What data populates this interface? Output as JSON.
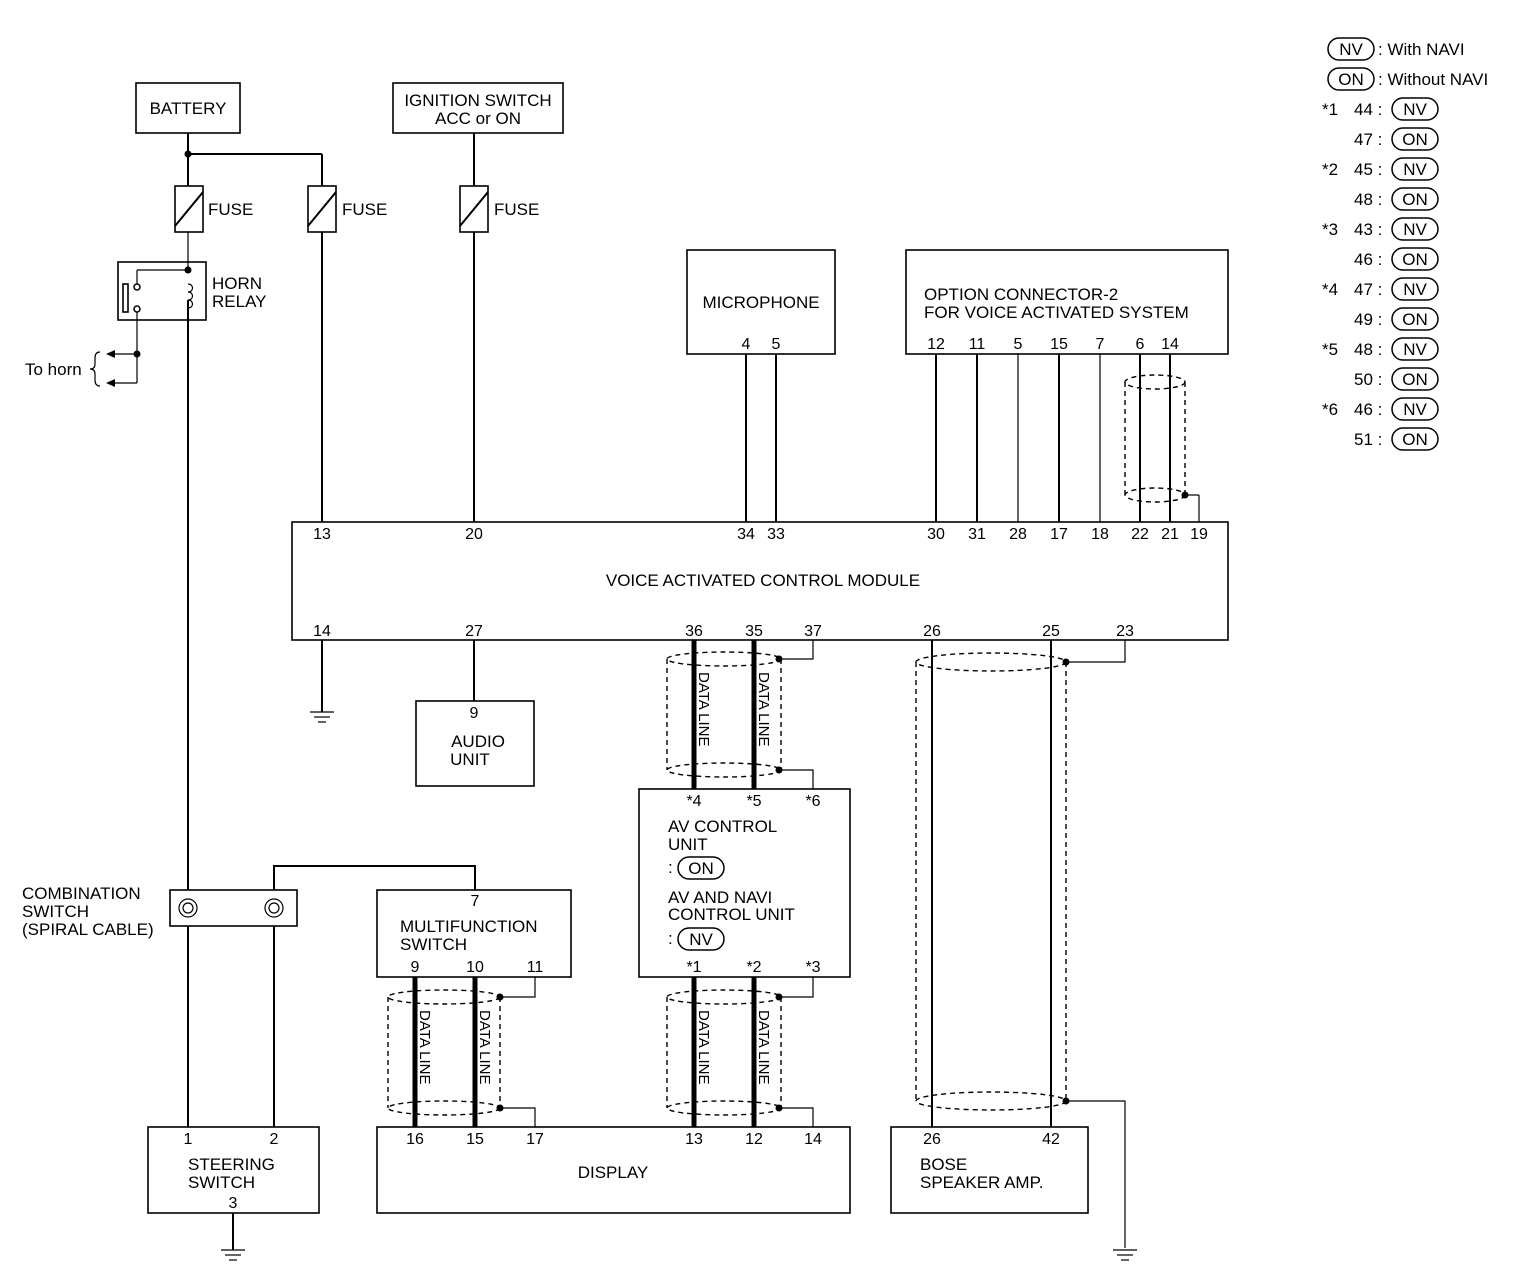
{
  "legend": {
    "nv_tag": "NV",
    "nv_text": ": With NAVI",
    "on_tag": "ON",
    "on_text": ": Without NAVI",
    "rows": [
      {
        "mark": "*1",
        "num": "44 :",
        "tag": "NV"
      },
      {
        "mark": "",
        "num": "47 :",
        "tag": "ON"
      },
      {
        "mark": "*2",
        "num": "45 :",
        "tag": "NV"
      },
      {
        "mark": "",
        "num": "48 :",
        "tag": "ON"
      },
      {
        "mark": "*3",
        "num": "43 :",
        "tag": "NV"
      },
      {
        "mark": "",
        "num": "46 :",
        "tag": "ON"
      },
      {
        "mark": "*4",
        "num": "47 :",
        "tag": "NV"
      },
      {
        "mark": "",
        "num": "49 :",
        "tag": "ON"
      },
      {
        "mark": "*5",
        "num": "48 :",
        "tag": "NV"
      },
      {
        "mark": "",
        "num": "50 :",
        "tag": "ON"
      },
      {
        "mark": "*6",
        "num": "46 :",
        "tag": "NV"
      },
      {
        "mark": "",
        "num": "51 :",
        "tag": "ON"
      }
    ]
  },
  "components": {
    "battery": "BATTERY",
    "ignition_1": "IGNITION SWITCH",
    "ignition_2": "ACC or ON",
    "fuse_1": "FUSE",
    "fuse_2": "FUSE",
    "fuse_3": "FUSE",
    "horn_relay_1": "HORN",
    "horn_relay_2": "RELAY",
    "to_horn": "To horn",
    "microphone": "MICROPHONE",
    "option_1": "OPTION CONNECTOR-2",
    "option_2": "FOR VOICE ACTIVATED SYSTEM",
    "vacm": "VOICE ACTIVATED CONTROL MODULE",
    "audio_1": "AUDIO",
    "audio_2": "UNIT",
    "av_1": "AV CONTROL",
    "av_2": "UNIT",
    "av_colon_1": ":",
    "av_tag_1": "ON",
    "av_3": "AV AND NAVI",
    "av_4": "CONTROL UNIT",
    "av_colon_2": ":",
    "av_tag_2": "NV",
    "combo_1": "COMBINATION",
    "combo_2": "SWITCH",
    "combo_3": "(SPIRAL CABLE)",
    "multi_1": "MULTIFUNCTION",
    "multi_2": "SWITCH",
    "steering_1": "STEERING",
    "steering_2": "SWITCH",
    "steering_3": "3",
    "display": "DISPLAY",
    "bose_1": "BOSE",
    "bose_2": "SPEAKER AMP.",
    "data_line": "DATA LINE"
  },
  "pins": {
    "mic": [
      "4",
      "5"
    ],
    "opt": [
      "12",
      "11",
      "5",
      "15",
      "7",
      "6",
      "14"
    ],
    "vacm_top": [
      "13",
      "20",
      "34",
      "33",
      "30",
      "31",
      "28",
      "17",
      "18",
      "22",
      "21",
      "19"
    ],
    "vacm_bottom": [
      "14",
      "27",
      "36",
      "35",
      "37",
      "26",
      "25",
      "23"
    ],
    "audio": "9",
    "av_top": [
      "*4",
      "*5",
      "*6"
    ],
    "av_bottom": [
      "*1",
      "*2",
      "*3"
    ],
    "multi_top": "7",
    "multi_bottom": [
      "9",
      "10",
      "11"
    ],
    "steering": [
      "1",
      "2"
    ],
    "display": [
      "16",
      "15",
      "17",
      "13",
      "12",
      "14"
    ],
    "bose": [
      "26",
      "42"
    ]
  }
}
